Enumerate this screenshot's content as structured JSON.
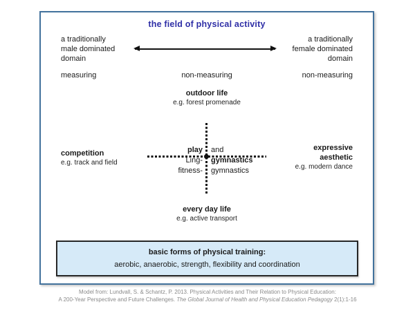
{
  "title": "the field of physical activity",
  "gender_axis": {
    "left_label": "a traditionally\nmale dominated\ndomain",
    "right_label": "a traditionally\nfemale dominated\ndomain"
  },
  "measuring_axis": {
    "left": "measuring",
    "center": "non-measuring",
    "right": "non-measuring"
  },
  "quadrants": {
    "top": {
      "label": "outdoor life",
      "example": "e.g. forest promenade"
    },
    "left": {
      "label": "competition",
      "example": "e.g. track and field"
    },
    "right": {
      "label": "expressive\naesthetic",
      "example": "e.g. modern dance"
    },
    "bottom": {
      "label": "every day life",
      "example": "e.g. active transport"
    }
  },
  "center_cross": {
    "row1_left": "play",
    "row1_right": "and",
    "row2_left": "Ling-",
    "row2_right": "gymnastics",
    "row3_left": "fitness-",
    "row3_right": "gymnastics"
  },
  "training_box": {
    "heading": "basic forms of physical training:",
    "items": "aerobic, anaerobic, strength, flexibility and coordination"
  },
  "citation": {
    "line1": "Model from: Lundvall, S. & Schantz, P. 2013. Physical Activities and Their Relation to Physical Education:",
    "line2_prefix": "A 200-Year Perspective and Future Challenges. ",
    "line2_italic": "The Global Journal of Health and Physical Education Pedagogy",
    "line2_suffix": " 2(1):1-16"
  },
  "colors": {
    "title_text": "#2e2ea6",
    "frame_border": "#41719c",
    "training_box_fill": "#d6eaf8",
    "training_box_border": "#262626",
    "diagram_lines": "#111111",
    "citation_text": "#8a8a8a"
  }
}
